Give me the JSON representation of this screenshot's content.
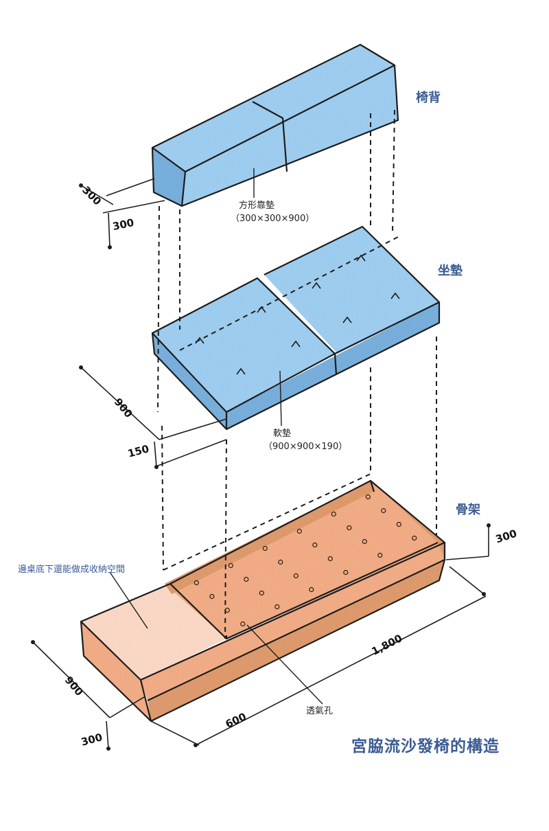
{
  "title": "宮脇流沙發椅的構造",
  "parts": {
    "backrest": "椅背",
    "seat": "坐墊",
    "frame": "骨架"
  },
  "callouts": {
    "cushion_name": "方形靠墊",
    "cushion_size": "（300×300×900）",
    "seat_name": "軟墊",
    "seat_size": "（900×900×190）",
    "storage_note": "邊桌底下還能做成收納空間",
    "vent_holes": "透氣孔"
  },
  "dimensions": {
    "cushion_depth": "300",
    "cushion_height": "300",
    "seat_depth": "900",
    "seat_height": "150",
    "frame_height_right": "300",
    "frame_length": "1,800",
    "frame_depth": "900",
    "side_table_width": "600",
    "frame_height_left": "300"
  },
  "colors": {
    "cushion_blue": "#8fc6ec",
    "cushion_blue_dark": "#5da3d6",
    "frame_orange": "#eea070",
    "frame_orange_dark": "#d98a4a",
    "table_peach": "#f8d2bd",
    "part_label": "#3b5b93"
  }
}
